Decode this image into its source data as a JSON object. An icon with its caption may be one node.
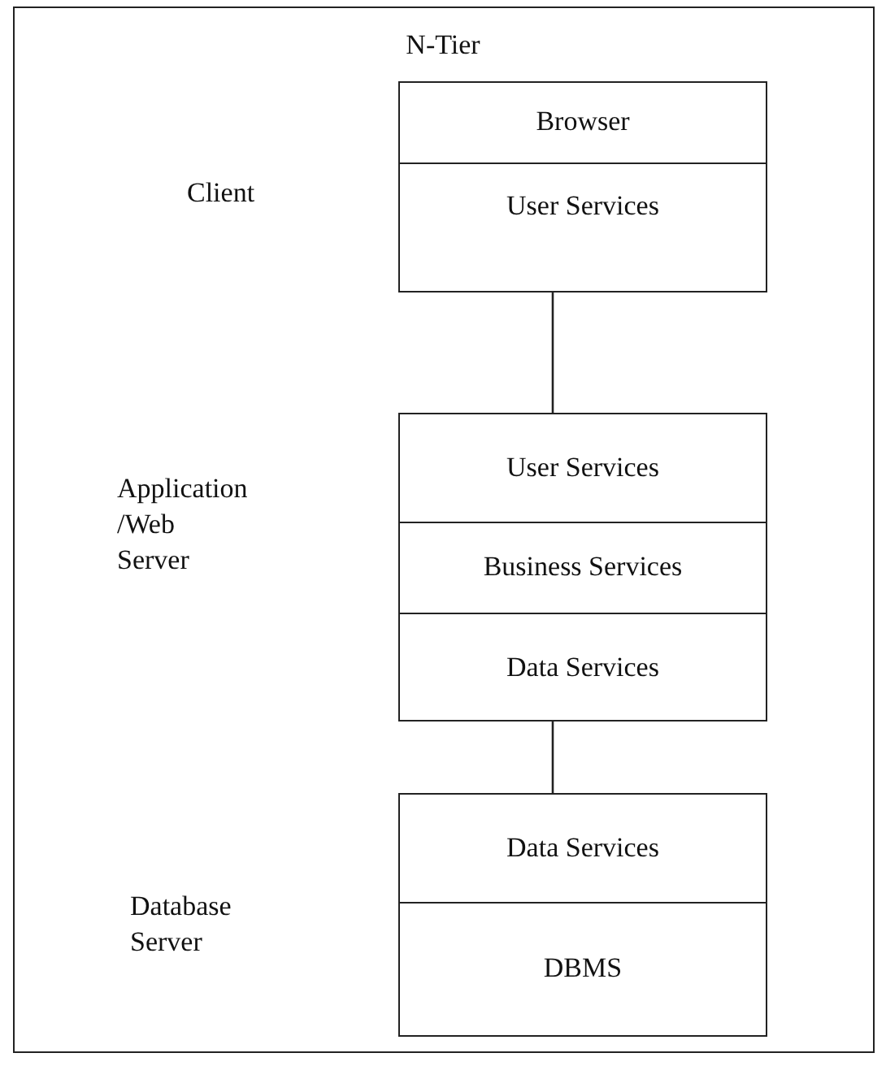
{
  "diagram": {
    "title": "N-Tier",
    "nodes": [
      {
        "text": [],
        "shape": "box"
      },
      {
        "text": [
          "Browser"
        ],
        "in": 0
      },
      {
        "text": [
          "User Services"
        ],
        "in": 0
      },
      {
        "text": [],
        "shape": "box"
      },
      {
        "text": [
          "User Services"
        ],
        "in": 3
      },
      {
        "text": [
          "Business Services"
        ],
        "in": 3
      },
      {
        "text": [
          "Data Services"
        ],
        "in": 3
      },
      {
        "text": [],
        "shape": "box"
      },
      {
        "text": [
          "Data Services"
        ],
        "in": 7
      },
      {
        "text": [
          "DBMS"
        ],
        "in": 7
      }
    ],
    "edges": [
      {
        "from": 0,
        "to": 3,
        "arrow": "none"
      },
      {
        "from": 3,
        "to": 7,
        "arrow": "none"
      }
    ],
    "labels": [
      "Client",
      "Application /Web Server",
      "Database Server"
    ]
  }
}
